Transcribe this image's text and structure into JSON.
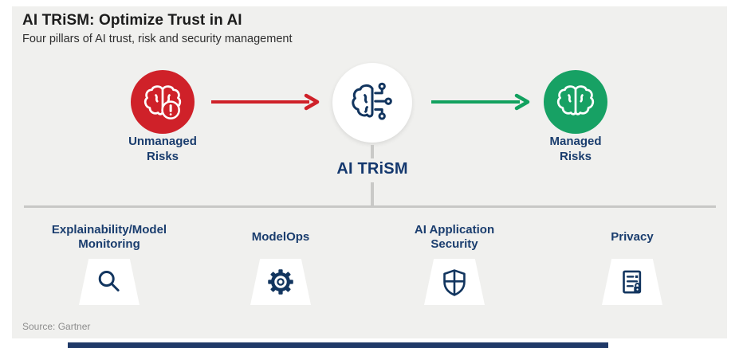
{
  "header": {
    "title": "AI TRiSM: Optimize Trust in AI",
    "subtitle": "Four pillars of AI trust, risk and security management"
  },
  "flow": {
    "left": {
      "label": "Unmanaged Risks",
      "lines": [
        "Unmanaged",
        "Risks"
      ],
      "icon": "brain-alert-icon",
      "color": "#cf2129"
    },
    "center": {
      "label": "AI TRiSM",
      "icon": "brain-circuit-icon",
      "color": "#ffffff"
    },
    "right": {
      "label": "Managed Risks",
      "lines": [
        "Managed",
        "Risks"
      ],
      "icon": "brain-icon",
      "color": "#17a164"
    }
  },
  "pillars": [
    {
      "label": "Explainability/Model Monitoring",
      "lines": [
        "Explainability/Model",
        "Monitoring"
      ],
      "icon": "search-icon"
    },
    {
      "label": "ModelOps",
      "lines": [
        "ModelOps"
      ],
      "icon": "gear-icon"
    },
    {
      "label": "AI Application Security",
      "lines": [
        "AI Application",
        "Security"
      ],
      "icon": "shield-icon"
    },
    {
      "label": "Privacy",
      "lines": [
        "Privacy"
      ],
      "icon": "privacy-doc-lock-icon"
    }
  ],
  "source": "Source: Gartner",
  "colors": {
    "panel_background": "#f0f0ee",
    "risk_red": "#cf2129",
    "managed_green": "#17a164",
    "navy_text": "#1a3d6e",
    "navy_icon": "#12355f",
    "divider_gray": "#c8c8c6",
    "footer_navy": "#203a68"
  }
}
